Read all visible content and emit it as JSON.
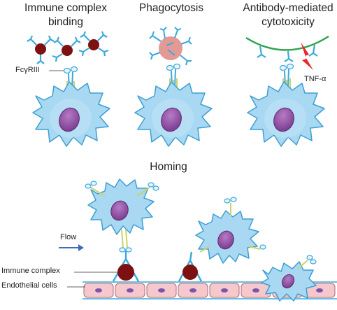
{
  "panels": {
    "immune_complex_binding": {
      "title_line1": "Immune complex",
      "title_line2": "binding",
      "receptor_label": "FcγRIII"
    },
    "phagocytosis": {
      "title": "Phagocytosis"
    },
    "adcc": {
      "title_line1": "Antibody-mediated",
      "title_line2": "cytotoxicity",
      "cytokine_label": "TNF-α"
    }
  },
  "homing": {
    "title": "Homing",
    "flow_label": "Flow",
    "immune_complex_label": "Immune complex",
    "endothelial_label": "Endothelial cells"
  },
  "colors": {
    "antibody": "#3aa9dc",
    "cell_fill": "#a9d8f2",
    "cell_outline": "#3e9fd2",
    "nucleus": "#8a4a9c",
    "antigen": "#7d1010",
    "phagocytosed_antigen": "#e39a95",
    "target_membrane": "#2ea44a",
    "tnf": "#e8282c",
    "endothelium": "#f4c8cc",
    "receptor": "#c8d36a"
  }
}
